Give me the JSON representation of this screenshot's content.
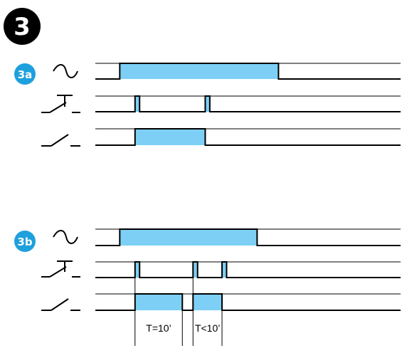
{
  "step": {
    "number": "3"
  },
  "colors": {
    "fill": "#7dcff5",
    "badge": "#1ea0dc",
    "line": "#000000"
  },
  "sections": [
    {
      "id": "3a",
      "label": "3a",
      "rows": [
        {
          "symbol": "power-supply-icon",
          "pulses": [
            [
              0.08,
              0.6
            ]
          ]
        },
        {
          "symbol": "push-button-icon",
          "pulses": [
            [
              0.13,
              0.145
            ],
            [
              0.36,
              0.375
            ]
          ]
        },
        {
          "symbol": "output-contact-icon",
          "pulses": [
            [
              0.13,
              0.36
            ]
          ]
        }
      ]
    },
    {
      "id": "3b",
      "label": "3b",
      "rows": [
        {
          "symbol": "power-supply-icon",
          "pulses": [
            [
              0.08,
              0.53
            ]
          ]
        },
        {
          "symbol": "push-button-icon",
          "pulses": [
            [
              0.13,
              0.145
            ],
            [
              0.32,
              0.335
            ],
            [
              0.415,
              0.43
            ]
          ]
        },
        {
          "symbol": "output-contact-icon",
          "pulses": [
            [
              0.13,
              0.285
            ],
            [
              0.32,
              0.415
            ]
          ]
        }
      ],
      "timings": [
        {
          "text": "T=10’",
          "from": 0.13,
          "to": 0.285
        },
        {
          "text": "T<10’",
          "from": 0.32,
          "to": 0.415
        }
      ]
    }
  ]
}
